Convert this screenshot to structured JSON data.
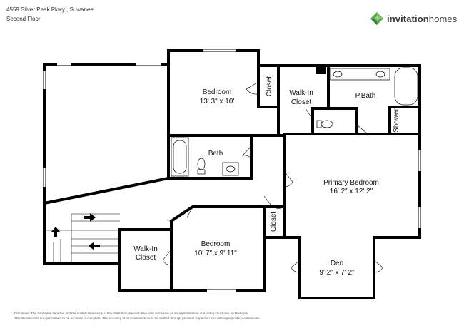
{
  "header": {
    "address": "4559 Silver Peak Pkwy , Suwanee",
    "floor": "Second Floor"
  },
  "brand": {
    "name_bold": "invitation",
    "name_light": "homes",
    "green": "#5aa747",
    "dark_green": "#2f7d32",
    "text": "#3a3a3a"
  },
  "rooms": {
    "bedroom_top": {
      "name": "Bedroom",
      "dims": "13' 3\" x 10'"
    },
    "closet_top": {
      "name": "Closet"
    },
    "walkin_top": {
      "name_line1": "Walk-In",
      "name_line2": "Closet"
    },
    "pbath": {
      "name": "P.Bath"
    },
    "shower": {
      "name": "Shower"
    },
    "bath": {
      "name": "Bath"
    },
    "primary_bedroom": {
      "name": "Primary Bedroom",
      "dims": "16' 2\" x 12' 2\""
    },
    "bedroom_bottom": {
      "name": "Bedroom",
      "dims": "10' 7\" x 9' 11\""
    },
    "closet_mid": {
      "name": "Closet"
    },
    "walkin_bottom": {
      "name_line1": "Walk-In",
      "name_line2": "Closet"
    },
    "den": {
      "name": "Den",
      "dims": "9' 2\" x 7' 2\""
    }
  },
  "footer": {
    "line1": "Disclaimer: The floorplans depicted and the stated dimensions in this illustration are indicative only and serve as an approximation of existing structures and features.",
    "line2": "This illustration is not guaranteed to be accurate or complete. The accuracy of all information must be verified through personal inspection and with appropriate professionals."
  },
  "icons": [
    "stair-arrow-right-icon",
    "stair-arrow-left-icon",
    "stair-arrow-up-icon",
    "toilet-icon",
    "sink-icon",
    "bathtub-icon"
  ]
}
